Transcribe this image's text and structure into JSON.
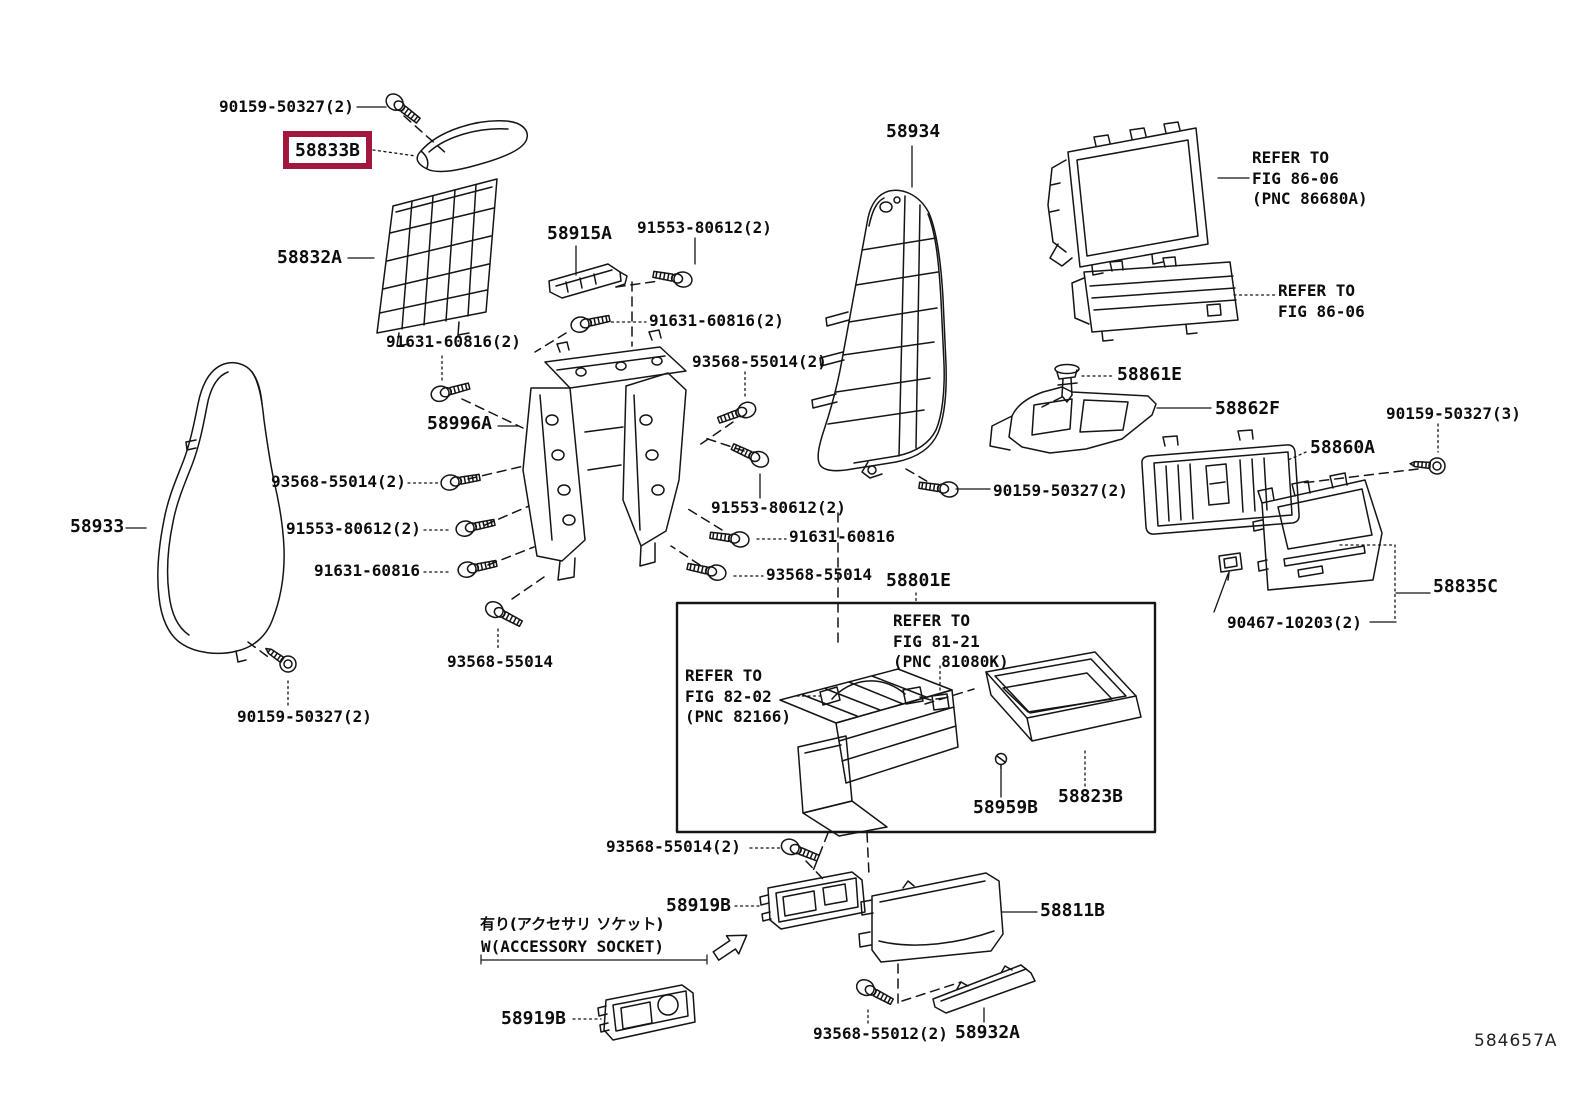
{
  "figure": {
    "code": "584657A",
    "highlighted_part": "58833B",
    "highlight_color": "#A3173F"
  },
  "callouts": {
    "screw_armrest_top": "90159-50327(2)",
    "armrest_upper_panel": "58833B",
    "armrest_rear_panel": "58832A",
    "striker_bracket": "58915A",
    "bolt_striker": "91553-80612(2)",
    "seatback_board": "58934",
    "bolt_bracket_upper": "91631-60816(2)",
    "bolt_bracket_upper_right": "93568-55014(2)",
    "clip_duct": "58861E",
    "heater_duct": "58862F",
    "screw_register": "90159-50327(3)",
    "air_register": "58860A",
    "bolt_bracket_left": "91631-60816(2)",
    "console_bracket": "58996A",
    "bolt_left_upper": "93568-55014(2)",
    "bolt_left_middle": "91553-80612(2)",
    "bolt_left_lower": "91631-60816",
    "seat_side_shield": "58933",
    "screw_shield": "90159-50327(2)",
    "bolt_bracket_bottom": "93568-55014",
    "bolt_right_upper": "91553-80612(2)",
    "bolt_right_middle": "91631-60816",
    "bolt_right_lower": "93568-55014",
    "screw_seatback": "90159-50327(2)",
    "console_box": "58801E",
    "screw_console_box": "58959B",
    "console_tray": "58823B",
    "lower_panel": "58835C",
    "clip_lower_panel": "90467-10203(2)",
    "bolt_socket_bezel": "93568-55014(2)",
    "socket_bezel_upper": "58919B",
    "socket_bezel_lower": "58919B",
    "console_door": "58811B",
    "screw_door": "93568-55012(2)",
    "door_scuff": "58932A"
  },
  "refer_notes": {
    "fig_86_06_pnc": "REFER TO\nFIG 86-06\n(PNC 86680A)",
    "fig_86_06": "REFER TO\nFIG 86-06",
    "fig_81_21": "REFER TO\nFIG 81-21\n(PNC 81080K)",
    "fig_82_02": "REFER TO\nFIG 82-02\n(PNC 82166)"
  },
  "notes": {
    "accessory_socket_jp": "有り(アクセサリ ソケット)",
    "accessory_socket_en": "W(ACCESSORY SOCKET)"
  }
}
